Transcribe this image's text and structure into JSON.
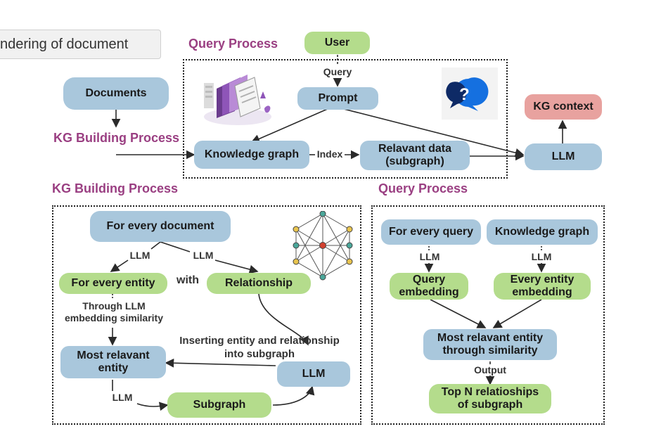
{
  "tooltip": "ndering of document",
  "top": {
    "query_process_title": "Query Process",
    "kg_building_title": "KG Building Process",
    "user": "User",
    "query_label": "Query",
    "prompt": "Prompt",
    "documents": "Documents",
    "knowledge_graph": "Knowledge graph",
    "index_label": "Index",
    "relevant_data_line1": "Relavant data",
    "relevant_data_line2": "(subgraph)",
    "llm": "LLM",
    "kg_context": "KG context"
  },
  "left": {
    "title": "KG Building Process",
    "for_every_document": "For every document",
    "llm_label_a": "LLM",
    "llm_label_b": "LLM",
    "for_every_entity": "For every entity",
    "with_label": "with",
    "relationship": "Relationship",
    "through_llm_line1": "Through LLM",
    "through_llm_line2": "embedding similarity",
    "inserting_line1": "Inserting entity and relationship",
    "inserting_line2": "into subgraph",
    "most_relevant_line1": "Most relavant",
    "most_relevant_line2": "entity",
    "llm_box": "LLM",
    "llm_label_c": "LLM",
    "subgraph": "Subgraph"
  },
  "right": {
    "title": "Query Process",
    "for_every_query": "For every query",
    "knowledge_graph": "Knowledge graph",
    "llm_label_a": "LLM",
    "llm_label_b": "LLM",
    "query_embedding_line1": "Query",
    "query_embedding_line2": "embedding",
    "entity_embedding_line1": "Every entity",
    "entity_embedding_line2": "embedding",
    "most_relevant_line1": "Most relavant entity",
    "most_relevant_line2": "through similarity",
    "output_label": "Output",
    "top_n_line1": "Top N relatioships",
    "top_n_line2": "of subgraph"
  },
  "colors": {
    "blue_box": "#a9c7dc",
    "green_box": "#b4dc8c",
    "red_box": "#e8a29f",
    "title_purple": "#9a3f82"
  },
  "icons": [
    "document-stack-icon",
    "question-chat-icon",
    "network-graph-icon"
  ]
}
